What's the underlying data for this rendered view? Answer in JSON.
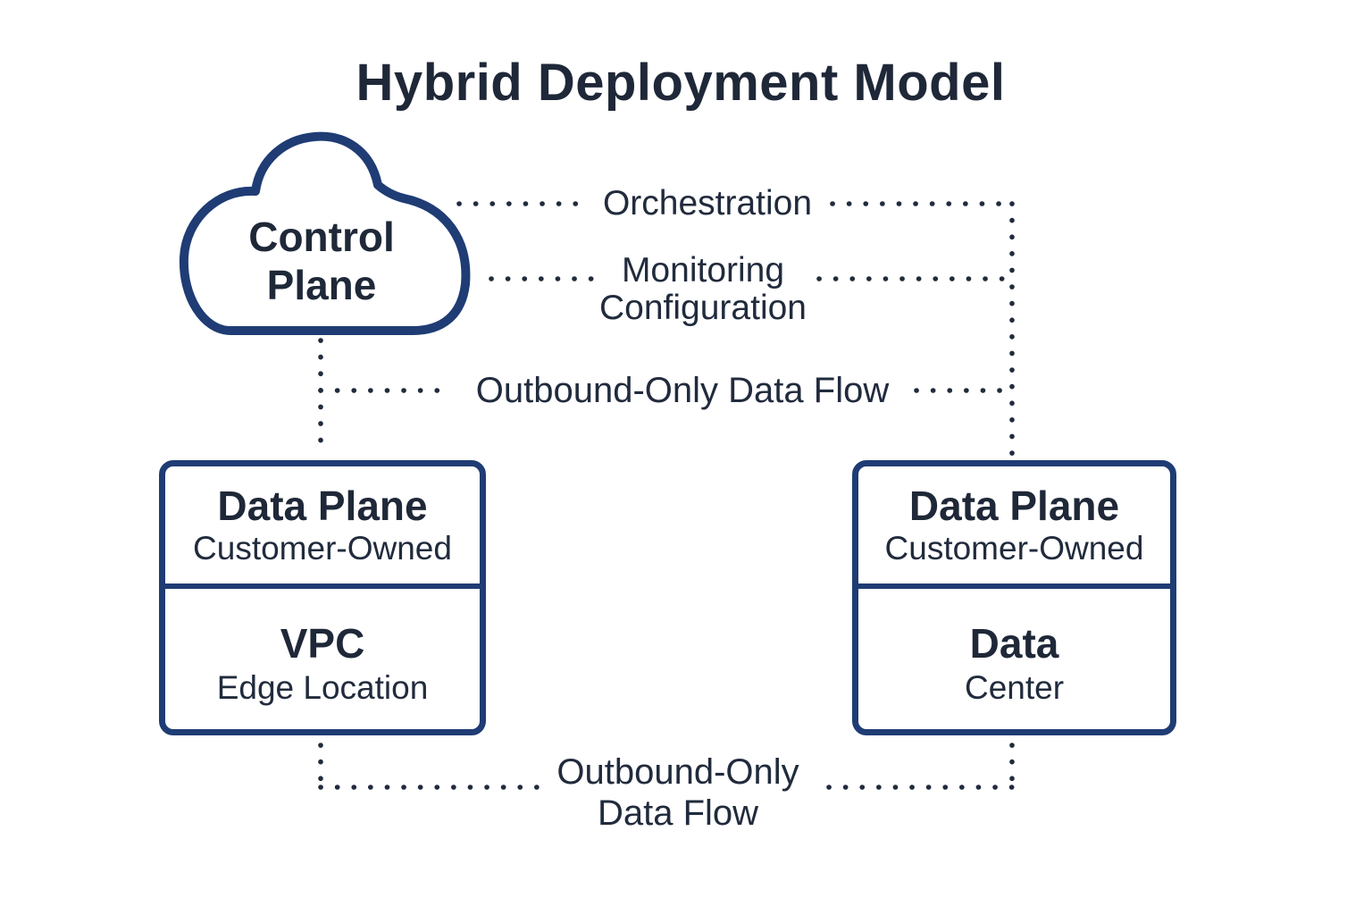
{
  "title": "Hybrid Deployment Model",
  "cloud": {
    "line1": "Control",
    "line2": "Plane"
  },
  "connections": {
    "orchestration": "Orchestration",
    "monitoring_line1": "Monitoring",
    "monitoring_line2": "Configuration",
    "outbound_top": "Outbound-Only Data Flow",
    "outbound_bottom_line1": "Outbound-Only",
    "outbound_bottom_line2": "Data Flow"
  },
  "boxes": {
    "left": {
      "title": "Data Plane",
      "subtitle": "Customer-Owned",
      "inner_title": "VPC",
      "inner_subtitle": "Edge Location"
    },
    "right": {
      "title": "Data Plane",
      "subtitle": "Customer-Owned",
      "inner_title": "Data",
      "inner_subtitle": "Center"
    }
  },
  "colors": {
    "outline_blue": "#1f3c74",
    "text_dark": "#212b3d",
    "background": "#ffffff"
  }
}
